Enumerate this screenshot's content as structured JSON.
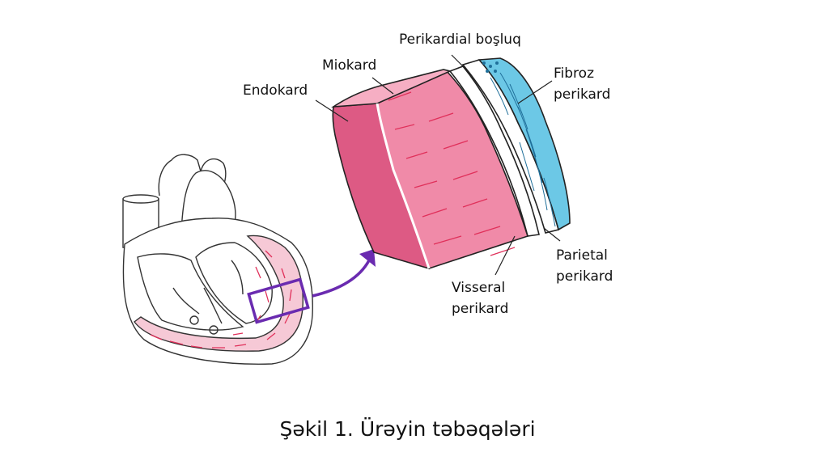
{
  "labels": {
    "perikardial_bosluq": "Perikardial boşluq",
    "miokard": "Miokard",
    "endokard": "Endokard",
    "fibroz_1": "Fibroz",
    "fibroz_2": "perikard",
    "parietal_1": "Parietal",
    "parietal_2": "perikard",
    "visseral_1": "Visseral",
    "visseral_2": "perikard"
  },
  "caption": "Şəkil 1. Ürəyin təbəqələri",
  "colors": {
    "myocardium": "#f08aa8",
    "endocardium": "#dd5a84",
    "fibrous_pericardium": "#6cc8e6",
    "highlight_box": "#6a2bb0",
    "muscle_fibers": "#e0305a"
  }
}
